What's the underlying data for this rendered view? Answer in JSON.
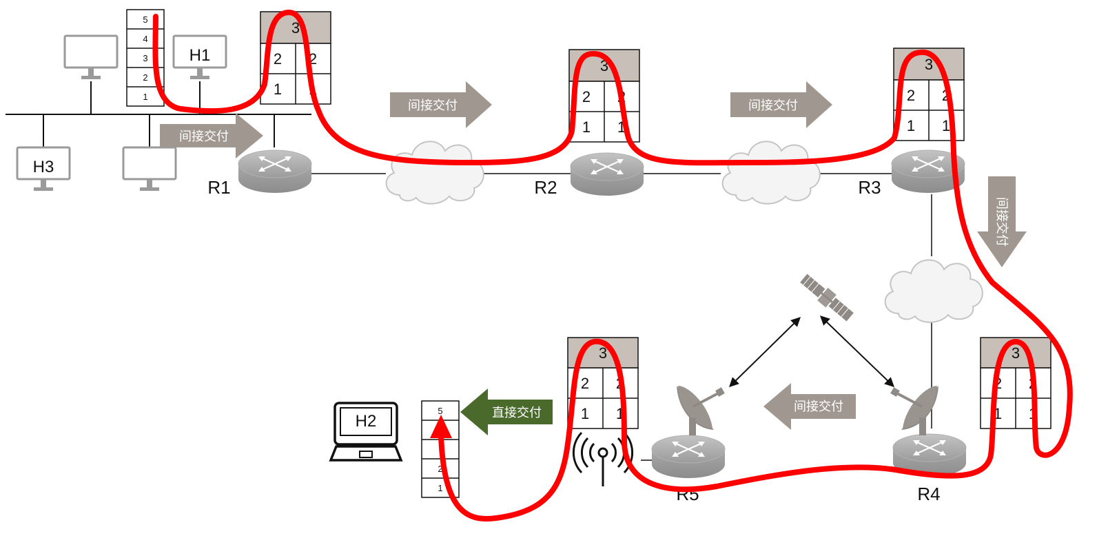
{
  "hosts": {
    "h1": "H1",
    "h2": "H2",
    "h3": "H3"
  },
  "routers": {
    "r1": "R1",
    "r2": "R2",
    "r3": "R3",
    "r4": "R4",
    "r5": "R5"
  },
  "stack_layers": [
    "5",
    "4",
    "3",
    "2",
    "1"
  ],
  "h2_stack_visible": [
    "5",
    "2",
    "1"
  ],
  "router_stack": {
    "top": "3",
    "middle": "2",
    "bottom": "1"
  },
  "arrows": {
    "indirect": "间接交付",
    "direct": "直接交付"
  },
  "colors": {
    "route": "#ff0000",
    "indirect_arrow": "#a09890",
    "direct_arrow": "#4a6a2c",
    "stack_header": "#c8c0b8",
    "device_gray": "#8a8a8a"
  },
  "icons": [
    "router-icon",
    "cloud-icon",
    "monitor-icon",
    "laptop-icon",
    "satellite-icon",
    "satellite-dish-icon",
    "wireless-antenna-icon"
  ]
}
